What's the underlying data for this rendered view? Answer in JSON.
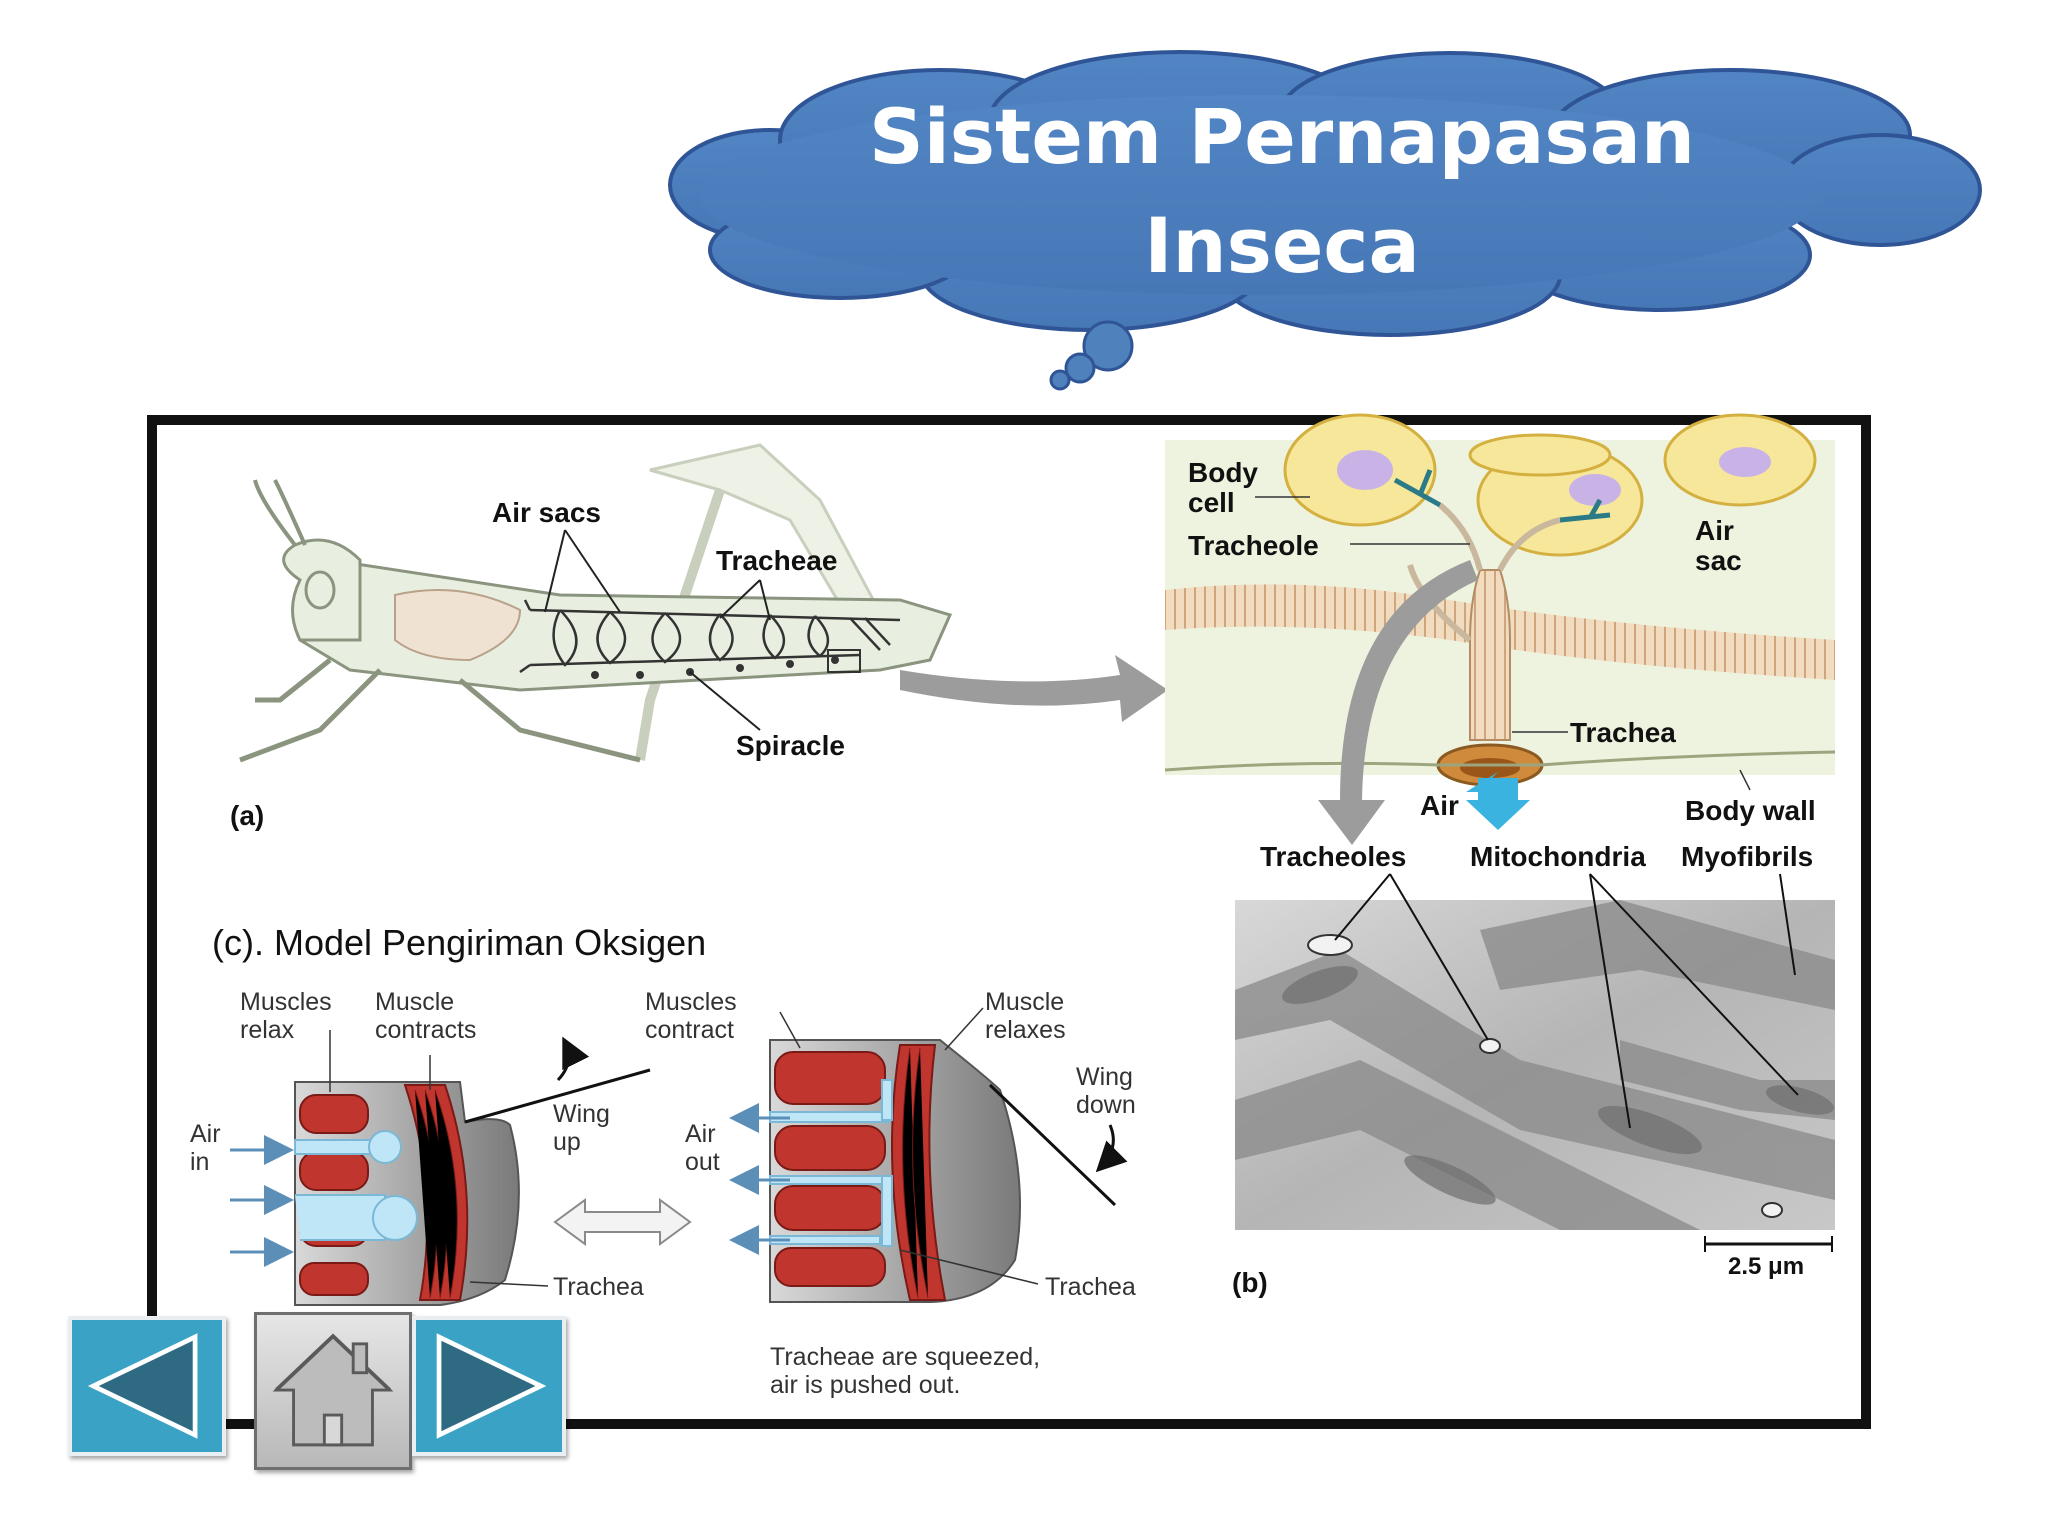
{
  "title": {
    "line1": "Sistem Pernapasan",
    "line2": "Inseca"
  },
  "figure": {
    "panel_a": {
      "panel_label": "(a)",
      "air_sacs": "Air sacs",
      "tracheae": "Tracheae",
      "spiracle": "Spiracle"
    },
    "panel_top_right": {
      "body_cell": [
        "Body",
        "cell"
      ],
      "tracheole": "Tracheole",
      "air_sac": [
        "Air",
        "sac"
      ],
      "trachea": "Trachea",
      "air": "Air",
      "body_wall": "Body wall"
    },
    "panel_b": {
      "panel_label": "(b)",
      "tracheoles": "Tracheoles",
      "mitochondria": "Mitochondria",
      "myofibrils": "Myofibrils",
      "scale": "2.5 μm"
    },
    "panel_c": {
      "title": "(c). Model Pengiriman Oksigen",
      "left": {
        "muscles_relax": [
          "Muscles",
          "relax"
        ],
        "muscle_contracts": [
          "Muscle",
          "contracts"
        ],
        "wing_up": [
          "Wing",
          "up"
        ],
        "air_in": [
          "Air",
          "in"
        ],
        "trachea": "Trachea"
      },
      "right": {
        "muscles_contract": [
          "Muscles",
          "contract"
        ],
        "muscle_relaxes": [
          "Muscle",
          "relaxes"
        ],
        "wing_down": [
          "Wing",
          "down"
        ],
        "air_out": [
          "Air",
          "out"
        ],
        "trachea": "Trachea",
        "caption": [
          "Tracheae are squeezed,",
          "air is pushed out."
        ]
      }
    }
  },
  "nav": {
    "back_icon": "triangle-left-icon",
    "home_icon": "house-icon",
    "next_icon": "triangle-right-icon"
  },
  "colors": {
    "cloud_fill": "#4f81bd",
    "cloud_stroke": "#2f5597",
    "nav_blue": "#3aa3c5",
    "muscle_red": "#c0352e"
  }
}
